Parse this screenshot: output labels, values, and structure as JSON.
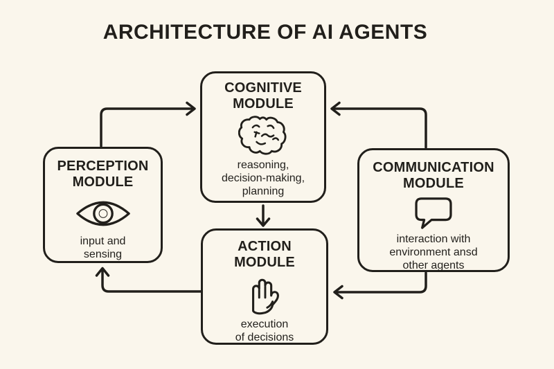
{
  "title": "ARCHITECTURE OF AI AGENTS",
  "colors": {
    "background": "#faf6ec",
    "ink": "#211f1b"
  },
  "modules": {
    "perception": {
      "title": "PERCEPTION\nMODULE",
      "icon": "eye-icon",
      "description": "input and\nsensing"
    },
    "cognitive": {
      "title": "COGNITIVE\nMODULE",
      "icon": "brain-icon",
      "description": "reasoning,\ndecision-making,\nplanning"
    },
    "communication": {
      "title": "COMMUNICATION\nMODULE",
      "icon": "speech-bubble-icon",
      "description": "interaction with\nenvironment ansd\nother agents"
    },
    "action": {
      "title": "ACTION\nMODULE",
      "icon": "hand-icon",
      "description": "execution\nof decisions"
    }
  },
  "arrows": [
    {
      "from": "perception-module",
      "to": "cognitive-module"
    },
    {
      "from": "communication-module",
      "to": "cognitive-module"
    },
    {
      "from": "cognitive-module",
      "to": "action-module"
    },
    {
      "from": "communication-module",
      "to": "action-module"
    },
    {
      "from": "action-module",
      "to": "perception-module"
    }
  ]
}
